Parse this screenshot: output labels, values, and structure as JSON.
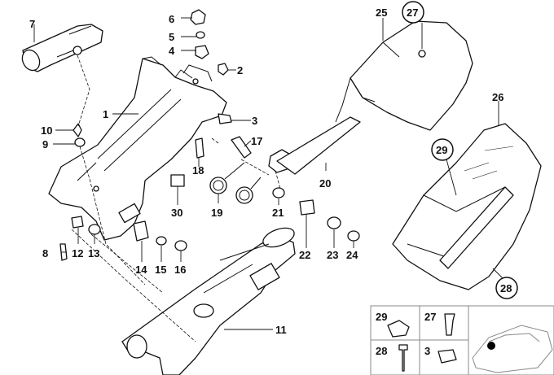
{
  "callouts": {
    "c1": "1",
    "c2": "2",
    "c3": "3",
    "c4": "4",
    "c5": "5",
    "c6": "6",
    "c7": "7",
    "c8": "8",
    "c9": "9",
    "c10": "10",
    "c11": "11",
    "c12": "12",
    "c13": "13",
    "c14": "14",
    "c15": "15",
    "c16": "16",
    "c17": "17",
    "c18": "18",
    "c19": "19",
    "c20": "20",
    "c21": "21",
    "c22": "22",
    "c23": "23",
    "c24": "24",
    "c25": "25",
    "c26": "26",
    "c27": "27",
    "c28": "28",
    "c29": "29",
    "c30": "30"
  },
  "legend": {
    "l29": "29",
    "l27": "27",
    "l28": "28",
    "l3": "3"
  }
}
